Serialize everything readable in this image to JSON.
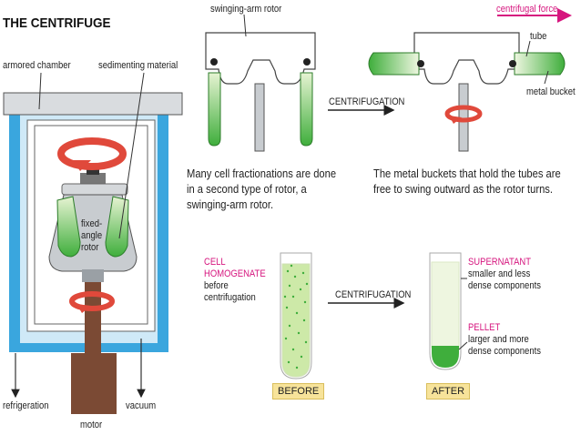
{
  "title": "THE CENTRIFUGE",
  "left": {
    "armored_chamber": "armored chamber",
    "sedimenting_material": "sedimenting material",
    "rotor_lines": [
      "fixed-",
      "angle",
      "rotor"
    ],
    "refrigeration": "refrigeration",
    "vacuum": "vacuum",
    "motor": "motor"
  },
  "swing": {
    "swinging_arm_rotor": "swinging-arm rotor",
    "centrifugal_force": "centrifugal force",
    "tube": "tube",
    "metal_bucket": "metal bucket",
    "centrifugation": "CENTRIFUGATION",
    "caption_left": [
      "Many cell fractionations are done",
      "in a second type of rotor, a",
      "swinging-arm rotor."
    ],
    "caption_right": [
      "The metal buckets that hold the tubes are",
      "free to swing outward as the rotor turns."
    ]
  },
  "tubes": {
    "cell_homogenate": [
      "CELL",
      "HOMOGENATE"
    ],
    "before_centrifugation": [
      "before",
      "centrifugation"
    ],
    "centrifugation": "CENTRIFUGATION",
    "supernatant": "SUPERNATANT",
    "supernatant_desc": [
      "smaller and less",
      "dense components"
    ],
    "pellet": "PELLET",
    "pellet_desc": [
      "larger and more",
      "dense components"
    ],
    "before": "BEFORE",
    "after": "AFTER"
  },
  "colors": {
    "chamber_blue": "#3aa6de",
    "chamber_fill": "#cfe9f7",
    "rotor_gray": "#c8ccd0",
    "tube_green": "#3fae3c",
    "light_green": "#cde9a8",
    "motor_brown": "#7b4a34",
    "accent_magenta": "#d6157e",
    "arrow_red": "#e0493b",
    "tag_yellow": "#f7e39a"
  }
}
